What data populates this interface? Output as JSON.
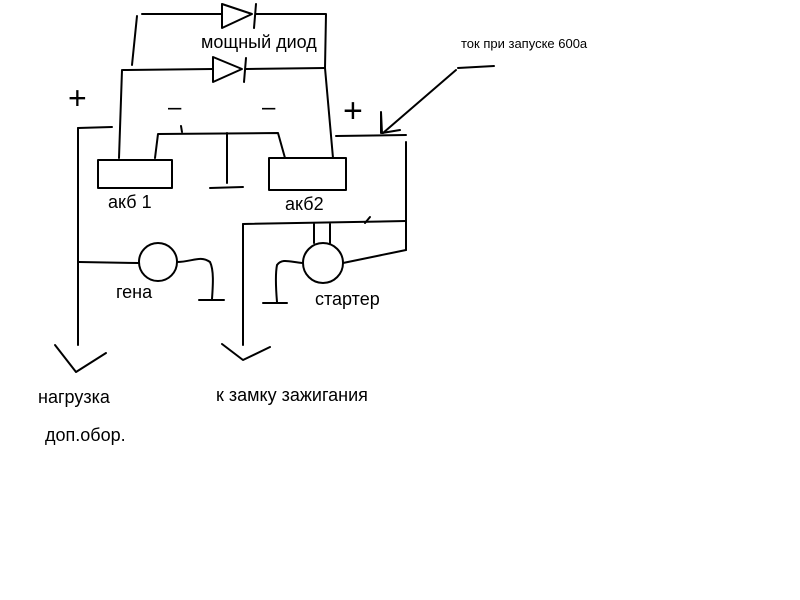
{
  "labels": {
    "power_diode": "мощный диод",
    "start_current": "ток при запуске 600а",
    "battery1": "акб 1",
    "battery2": "акб2",
    "generator": "гена",
    "starter": "стартер",
    "load": "нагрузка",
    "ignition": "к замку зажигания",
    "aux_equipment": "доп.обор.",
    "plus_left": "+",
    "plus_right": "+",
    "minus_left": "–",
    "minus_right": "–"
  },
  "style": {
    "stroke": "#000000",
    "background": "#ffffff"
  }
}
